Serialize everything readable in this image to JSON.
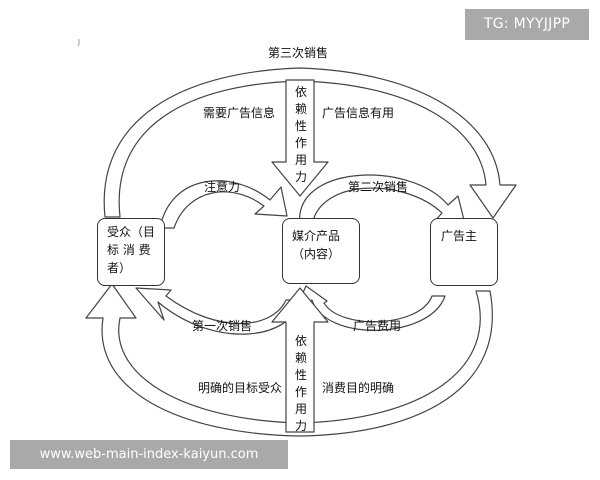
{
  "diagram": {
    "top_title": "第三次销售",
    "labels": {
      "need_ad_info": "需要广告信息",
      "ad_info_useful": "广告信息有用",
      "attention": "注意力",
      "second_sale": "第二次销售",
      "first_sale": "第一次销售",
      "ad_cost": "广告费用",
      "clear_target_audience": "明确的目标受众",
      "clear_spending_goal": "消费目的明确"
    },
    "vertical": {
      "dependency_top": "依赖性作用力",
      "dependency_bottom": "依赖性作用力"
    },
    "boxes": {
      "audience_line1": "受众（目",
      "audience_line2": "标 消 费",
      "audience_line3": "者）",
      "media_line1": "媒介产品",
      "media_line2": "（内容）",
      "advertiser": "广告主"
    },
    "small_mark": "J"
  },
  "overlays": {
    "tg_tag": "TG: MYYJJPP",
    "watermark_url": "www.web-main-index-kaiyun.com"
  }
}
